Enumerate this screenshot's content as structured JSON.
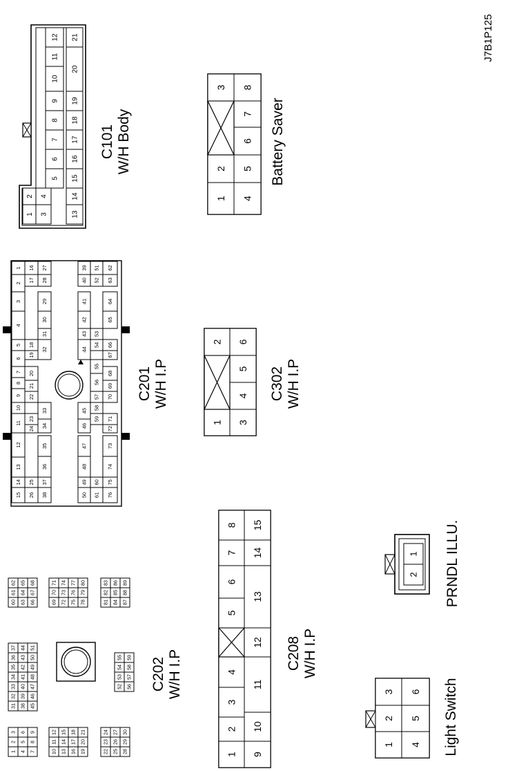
{
  "figure_id": "J7B1P125",
  "connectors": {
    "c101": {
      "name": "C101",
      "harness": "W/H Body",
      "pins": [
        "1",
        "2",
        "3",
        "4",
        "5",
        "6",
        "7",
        "8",
        "9",
        "10",
        "11",
        "12",
        "13",
        "14",
        "15",
        "16",
        "17",
        "18",
        "19",
        "20",
        "21"
      ]
    },
    "battery_saver": {
      "name": "Battery Saver",
      "pins": [
        "1",
        "2",
        "3",
        "4",
        "5",
        "6",
        "7",
        "8"
      ]
    },
    "c201": {
      "name": "C201",
      "harness": "W/H I.P",
      "pins": [
        "1",
        "2",
        "3",
        "4",
        "5",
        "6",
        "7",
        "8",
        "9",
        "10",
        "11",
        "12",
        "13",
        "14",
        "15",
        "16",
        "17",
        "18",
        "19",
        "20",
        "21",
        "22",
        "23",
        "24",
        "25",
        "26",
        "27",
        "28",
        "29",
        "30",
        "31",
        "32",
        "33",
        "34",
        "35",
        "36",
        "37",
        "38",
        "39",
        "40",
        "41",
        "42",
        "43",
        "44",
        "45",
        "46",
        "47",
        "48",
        "49",
        "50",
        "51",
        "52",
        "53",
        "54",
        "55",
        "56",
        "57",
        "58",
        "59",
        "60",
        "61",
        "62",
        "63",
        "64",
        "65",
        "66",
        "67",
        "68",
        "69",
        "70",
        "71",
        "72",
        "73",
        "74",
        "75",
        "76"
      ]
    },
    "c302": {
      "name": "C302",
      "harness": "W/H I.P",
      "pins": [
        "1",
        "2",
        "3",
        "4",
        "5",
        "6"
      ]
    },
    "c202": {
      "name": "C202",
      "harness": "W/H I.P",
      "pins": [
        "1",
        "2",
        "3",
        "4",
        "5",
        "6",
        "7",
        "8",
        "9",
        "10",
        "11",
        "12",
        "13",
        "14",
        "15",
        "16",
        "17",
        "18",
        "19",
        "20",
        "21",
        "22",
        "23",
        "24",
        "25",
        "26",
        "27",
        "28",
        "29",
        "30",
        "31",
        "32",
        "33",
        "34",
        "35",
        "36",
        "37",
        "38",
        "39",
        "40",
        "41",
        "42",
        "43",
        "44",
        "45",
        "46",
        "47",
        "48",
        "49",
        "50",
        "51",
        "52",
        "53",
        "54",
        "55",
        "56",
        "57",
        "58",
        "59",
        "60",
        "61",
        "62",
        "63",
        "64",
        "65",
        "66",
        "67",
        "68",
        "69",
        "70",
        "71",
        "72",
        "73",
        "74",
        "75",
        "76",
        "77",
        "78",
        "79",
        "80",
        "81",
        "82",
        "83",
        "84",
        "85",
        "86",
        "87",
        "88",
        "89"
      ]
    },
    "c208": {
      "name": "C208",
      "harness": "W/H I.P",
      "pins": [
        "1",
        "2",
        "3",
        "4",
        "5",
        "6",
        "7",
        "8",
        "9",
        "10",
        "11",
        "12",
        "13",
        "14",
        "15"
      ]
    },
    "prndl": {
      "name": "PRNDL ILLU.",
      "pins": [
        "1",
        "2"
      ]
    },
    "light_switch": {
      "name": "Light Switch",
      "pins": [
        "1",
        "2",
        "3",
        "4",
        "5",
        "6"
      ]
    }
  }
}
